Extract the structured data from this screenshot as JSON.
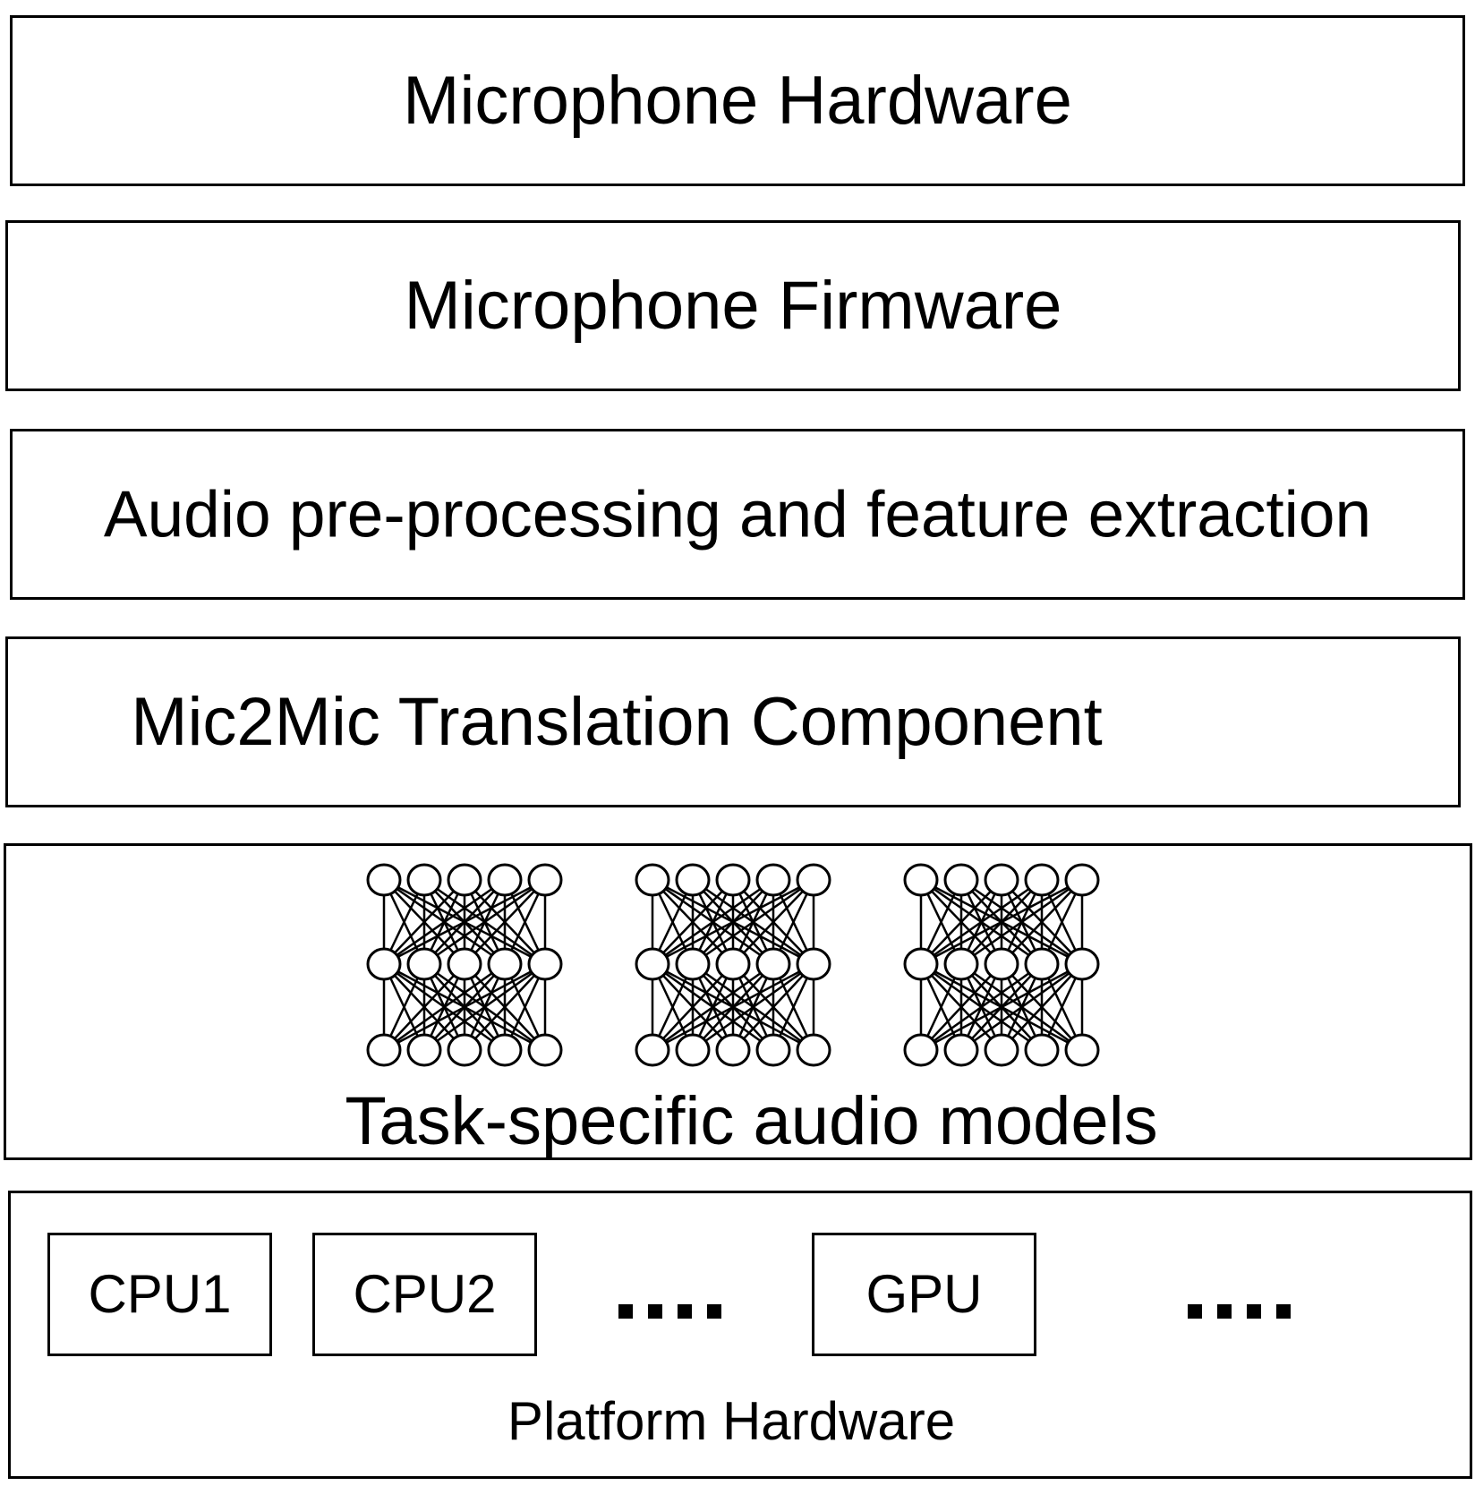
{
  "layers": {
    "microphone_hardware": "Microphone Hardware",
    "microphone_firmware": "Microphone Firmware",
    "preprocessing": "Audio pre-processing and feature extraction",
    "translation": "Mic2Mic Translation Component",
    "models": "Task-specific audio models",
    "platform": "Platform Hardware"
  },
  "platform_units": {
    "cpu1": "CPU1",
    "cpu2": "CPU2",
    "gpu": "GPU"
  },
  "neural_networks": {
    "count": 3,
    "nodes_per_layer": [
      5,
      5,
      5
    ]
  }
}
